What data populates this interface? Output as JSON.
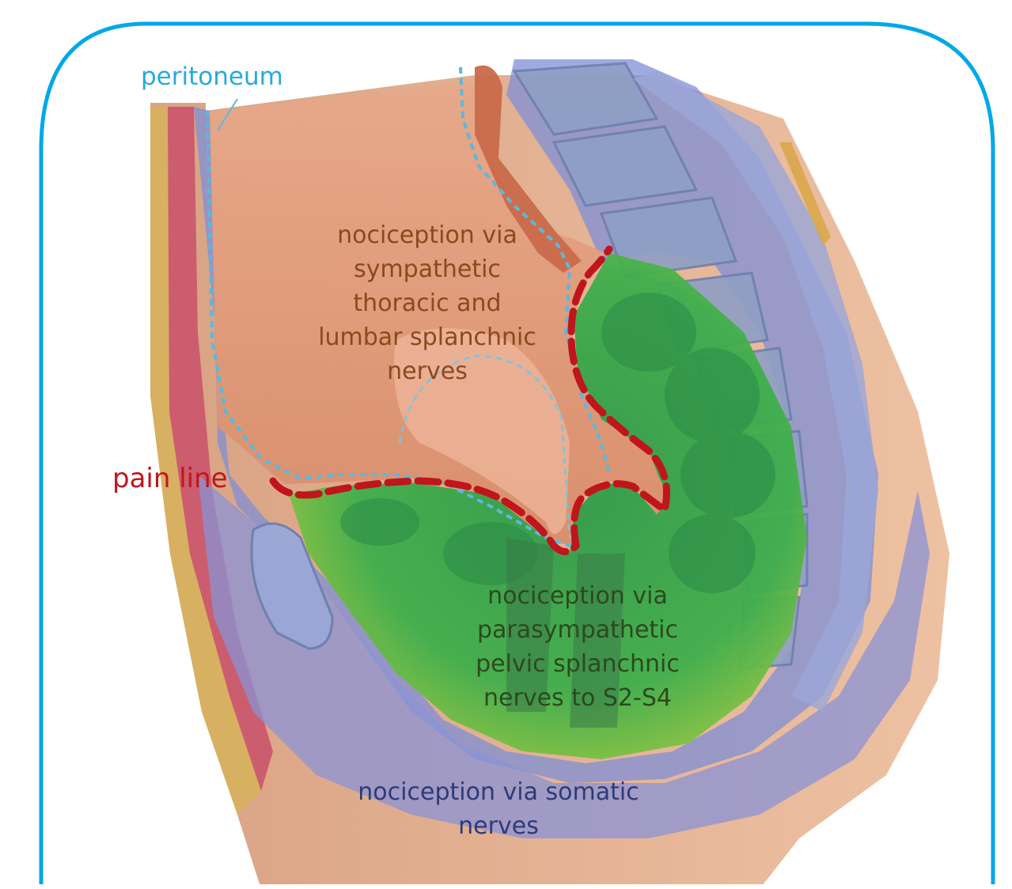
{
  "labels": {
    "peritoneum": "peritoneum",
    "pain_line": "pain line",
    "sympathetic": [
      "nociception via",
      "sympathetic",
      "thoracic and",
      "lumbar splanchnic",
      "nerves"
    ],
    "parasympathetic": [
      "nociception via",
      "parasympathetic",
      "pelvic splanchnic",
      "nerves to S2-S4"
    ],
    "somatic": [
      "nociception via somatic",
      "nerves"
    ]
  },
  "colors": {
    "frame": "#00a8e8",
    "peritoneum_line": "#5bb8de",
    "pain_line": "#c0151c",
    "sympathetic_region": "#d9906a",
    "parasympathetic_region": "#3aa84a",
    "somatic_region": "#7f8fd6",
    "skin": "#e9b796"
  }
}
